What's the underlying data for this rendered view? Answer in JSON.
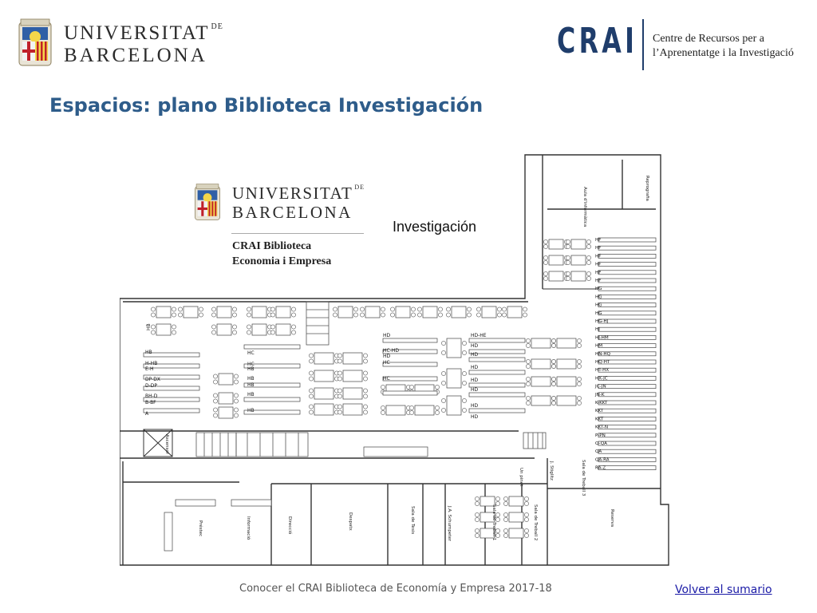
{
  "header": {
    "ub_logo": {
      "line1": "UNIVERSITAT",
      "line1_suffix": "DE",
      "line2": "BARCELONA"
    },
    "crai_logo": {
      "word": "CRAI",
      "subtitle_line1": "Centre de Recursos per a",
      "subtitle_line2": "l’Aprenentatge i la Investigació"
    }
  },
  "page": {
    "title": "Espacios: plano Biblioteca Investigación"
  },
  "plan": {
    "logo": {
      "line1": "UNIVERSITAT",
      "line1_suffix": "DE",
      "line2": "BARCELONA"
    },
    "library_line1": "CRAI  Biblioteca",
    "library_line2": "Economia i Empresa",
    "area_label": "Investigación",
    "room_labels": {
      "aula": "Aula d'informàtica",
      "reprografia": "Reprografia",
      "prestec": "Préstec",
      "informacio": "Informació",
      "direccio": "Direcció",
      "despatx": "Despatx",
      "sala_tesis": "Sala de Tesis",
      "schumpeter": "J.A. Schumpeter",
      "treball1": "Sala de Treball 1",
      "treball2": "Sala de Treball 2",
      "treball3": "Sala de Treball 3",
      "stiglitz": "J. Stiglitz",
      "reserva": "Reserva",
      "un_pinet": "Un pinet",
      "ascensor": "Ascensor"
    },
    "shelf_codes_left": [
      "HB",
      "H-HB",
      "E-H",
      "DP-DX",
      "D-DP",
      "BH-D",
      "B-BF",
      "A"
    ],
    "shelf_codes_mid": [
      "HC",
      "HC",
      "HB",
      "HB",
      "HB",
      "HB",
      "HB"
    ],
    "shelf_codes_center": [
      "HD",
      "HC-HD",
      "HD",
      "HC",
      "HC"
    ],
    "shelf_codes_center2": [
      "HD-HE",
      "HD",
      "HD",
      "HD",
      "HD",
      "HD",
      "HD",
      "HD"
    ],
    "shelf_codes_right": [
      "HF",
      "HF",
      "HF",
      "HF",
      "HF",
      "HF",
      "HG",
      "HG",
      "HG",
      "HG",
      "HG-HJ",
      "HJ",
      "HJ-HM",
      "HM",
      "HN-HQ",
      "HQ-HT",
      "HT-HX",
      "HX-JC",
      "JC-JN",
      "JN-K",
      "K-KKT",
      "KKT",
      "KKT",
      "KKT-N",
      "P-PN",
      "Q-QA",
      "QA",
      "QA-RA",
      "RA-Z"
    ],
    "shelf_codes_topleft": [
      "HB",
      "HB"
    ]
  },
  "footer": {
    "caption": "Conocer el CRAI Biblioteca de Economía y Empresa 2017-18",
    "back_link": "Volver al sumario"
  },
  "colors": {
    "title": "#2e5c8a",
    "crai_blue": "#1f3d6b",
    "link": "#1a1aa6"
  }
}
